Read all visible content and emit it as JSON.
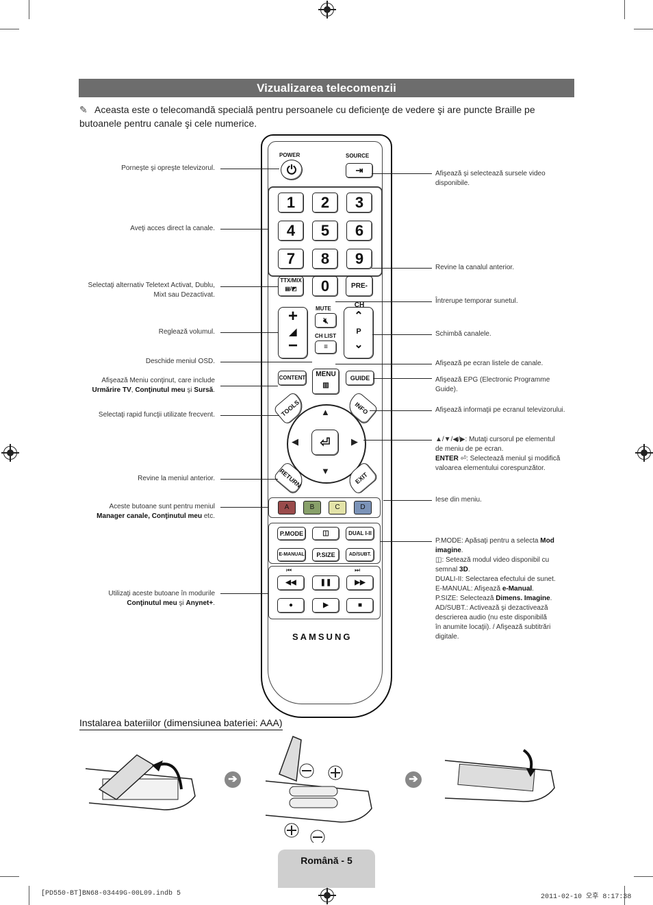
{
  "header": {
    "title": "Vizualizarea telecomenzii",
    "note": "Aceasta este o telecomandă specială pentru persoanele cu deficienţe de vedere şi are puncte Braille pe butoanele pentru canale şi cele numerice."
  },
  "left_labels": [
    {
      "text": "Porneşte şi opreşte televizorul."
    },
    {
      "text": "Aveţi acces direct la canale."
    },
    {
      "line1": "Selectaţi alternativ Teletext Activat, Dublu,",
      "line2": "Mixt sau Dezactivat."
    },
    {
      "text": "Reglează volumul."
    },
    {
      "text": "Deschide meniul OSD."
    },
    {
      "line1": "Afişează Meniu conţinut, care include",
      "b1": "Urmărire TV",
      "s1": ", ",
      "b2": "Conţinutul meu",
      "s2": " şi ",
      "b3": "Sursă",
      "s3": "."
    },
    {
      "text": "Selectaţi rapid funcţii utilizate frecvent."
    },
    {
      "text": "Revine la meniul anterior."
    },
    {
      "line1": "Aceste butoane sunt pentru meniul",
      "b1": "Manager canale, Conţinutul meu",
      "s1": " etc."
    },
    {
      "line1": "Utilizaţi aceste butoane în modurile",
      "b1": "Conţinutul meu",
      "s1": " şi ",
      "b2": "Anynet+",
      "s2": "."
    }
  ],
  "right_labels": [
    {
      "line1": "Afişează şi selectează sursele video",
      "line2": "disponibile."
    },
    {
      "text": "Revine la canalul anterior."
    },
    {
      "text": "Întrerupe temporar sunetul."
    },
    {
      "text": "Schimbă canalele."
    },
    {
      "text": "Afişează pe ecran listele de canale."
    },
    {
      "line1": "Afişează EPG (Electronic Programme",
      "line2": "Guide)."
    },
    {
      "text": "Afişează informaţii pe ecranul televizorului."
    },
    {
      "line1": "▲/▼/◀/▶: Mutaţi cursorul pe elementul",
      "line2": "de meniu de pe ecran.",
      "b1": "ENTER",
      "line3": ": Selectează meniul şi modifică",
      "line4": "valoarea elementului corespunzător."
    },
    {
      "text": "Iese din meniu."
    }
  ],
  "func_desc": {
    "pmode_k": "P.MODE",
    "pmode_t": ": Apăsaţi pentru a selecta ",
    "pmode_b": "Mod",
    "pmode_b2": "imagine",
    "pmode_end": ".",
    "t3d_1": ": Setează modul video disponibil cu",
    "t3d_2": "semnal ",
    "t3d_b": "3D",
    "t3d_end": ".",
    "dual_k": "DUALI-II",
    "dual_t": ": Selectarea efectului de sunet.",
    "eman_k": "E-MANUAL",
    "eman_t": ": Afişează ",
    "eman_b": "e-Manual",
    "eman_end": ".",
    "psize_k": "P.SIZE",
    "psize_t": ": Selectează ",
    "psize_b": "Dimens. Imagine",
    "psize_end": ".",
    "ad_k": "AD/SUBT.",
    "ad_1": ": Activează şi dezactivează",
    "ad_2": "descrierea audio (nu este disponibilă",
    "ad_3": "în anumite locaţii). / Afişează subtitrări",
    "ad_4": "digitale."
  },
  "remote": {
    "power": "POWER",
    "source": "SOURCE",
    "numbers": [
      "1",
      "2",
      "3",
      "4",
      "5",
      "6",
      "7",
      "8",
      "9",
      "0"
    ],
    "ttx": "TTX/MIX",
    "prech": "PRE-CH",
    "mute": "MUTE",
    "chlist": "CH LIST",
    "p": "P",
    "content": "CONTENT",
    "menu": "MENU",
    "guide": "GUIDE",
    "tools": "TOOLS",
    "info": "INFO",
    "return": "RETURN",
    "exit": "EXIT",
    "colors": [
      "A",
      "B",
      "C",
      "D"
    ],
    "pmode": "P.MODE",
    "dual": "DUAL I-II",
    "emanual": "E-MANUAL",
    "psize": "P.SIZE",
    "adsubt": "AD/SUBT.",
    "brand": "SAMSUNG"
  },
  "install": {
    "title": "Instalarea bateriilor (dimensiunea bateriei: AAA)"
  },
  "footer": {
    "page": "Română - 5",
    "slug_left": "[PD550-BT]BN68-03449G-00L09.indb   5",
    "slug_right": "2011-02-10   오후 8:17:38"
  }
}
